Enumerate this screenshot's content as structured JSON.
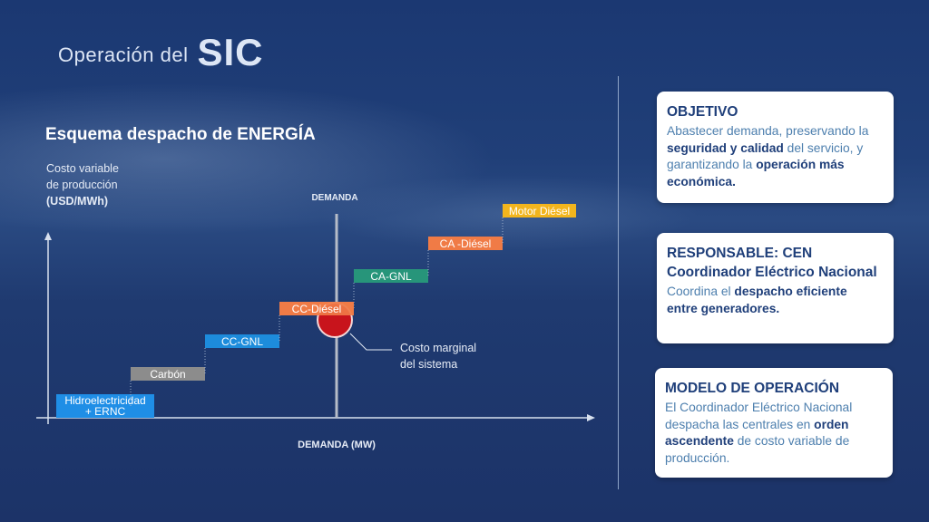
{
  "header": {
    "title_prefix": "Operación del",
    "title_main": "SIC",
    "subtitle": "Esquema despacho de ENERGÍA"
  },
  "chart_data": {
    "type": "step-diagram",
    "ylabel_lines": [
      "Costo variable",
      "de producción"
    ],
    "ylabel_unit": "(USD/MWh)",
    "xlabel": "DEMANDA (MW)",
    "demand_label": "DEMANDA",
    "marginal_cost_label": [
      "Costo marginal",
      "del sistema"
    ],
    "steps": [
      {
        "name": "Hidroelectricidad",
        "name2": "+ ERNC",
        "color": "#1f8ee6",
        "rank": 1
      },
      {
        "name": "Carbón",
        "color": "#8c8c8c",
        "rank": 2
      },
      {
        "name": "CC-GNL",
        "color": "#1d8cdc",
        "rank": 3
      },
      {
        "name": "CC-Diésel",
        "color": "#f07b46",
        "rank": 4
      },
      {
        "name": "CA-GNL",
        "color": "#27957a",
        "rank": 5
      },
      {
        "name": "CA -Diésel",
        "color": "#f07b46",
        "rank": 6
      },
      {
        "name": "Motor Diésel",
        "color": "#f2b51d",
        "rank": 7
      }
    ],
    "marginal_step": "CC-Diésel",
    "colors": {
      "marker": "#c8141c",
      "demand_line": "#b6bcc8",
      "axis": "#d8e0ee"
    }
  },
  "cards": [
    {
      "heading": "OBJETIVO",
      "parts": [
        {
          "t": "Abastecer demanda, preservando la ",
          "b": false
        },
        {
          "t": "seguridad y calidad",
          "b": true
        },
        {
          "t": " del servicio, y  garantizando la ",
          "b": false
        },
        {
          "t": "operación más económica.",
          "b": true
        }
      ]
    },
    {
      "heading": "RESPONSABLE: CEN",
      "heading2": "Coordinador Eléctrico Nacional",
      "parts": [
        {
          "t": "Coordina el ",
          "b": false
        },
        {
          "t": "despacho eficiente entre generadores.",
          "b": true
        }
      ]
    },
    {
      "heading": "MODELO DE OPERACIÓN",
      "parts": [
        {
          "t": "El Coordinador Eléctrico Nacional despacha las centrales en ",
          "b": false
        },
        {
          "t": "orden ascendente",
          "b": true
        },
        {
          "t": " de costo variable de producción.",
          "b": false
        }
      ]
    }
  ]
}
